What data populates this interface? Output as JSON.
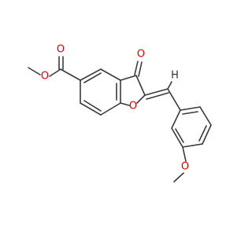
{
  "molecule": {
    "atom_labels": {
      "ester_carbonyl_o": "O",
      "ester_ether_o": "O",
      "ketone_o": "O",
      "ring_o": "O",
      "vinyl_h": "H",
      "methoxy_o": "O"
    },
    "colors": {
      "bond": "#3a3a3a",
      "oxygen": "#e00000",
      "hydrogen": "#333333",
      "background": "#ffffff"
    }
  }
}
